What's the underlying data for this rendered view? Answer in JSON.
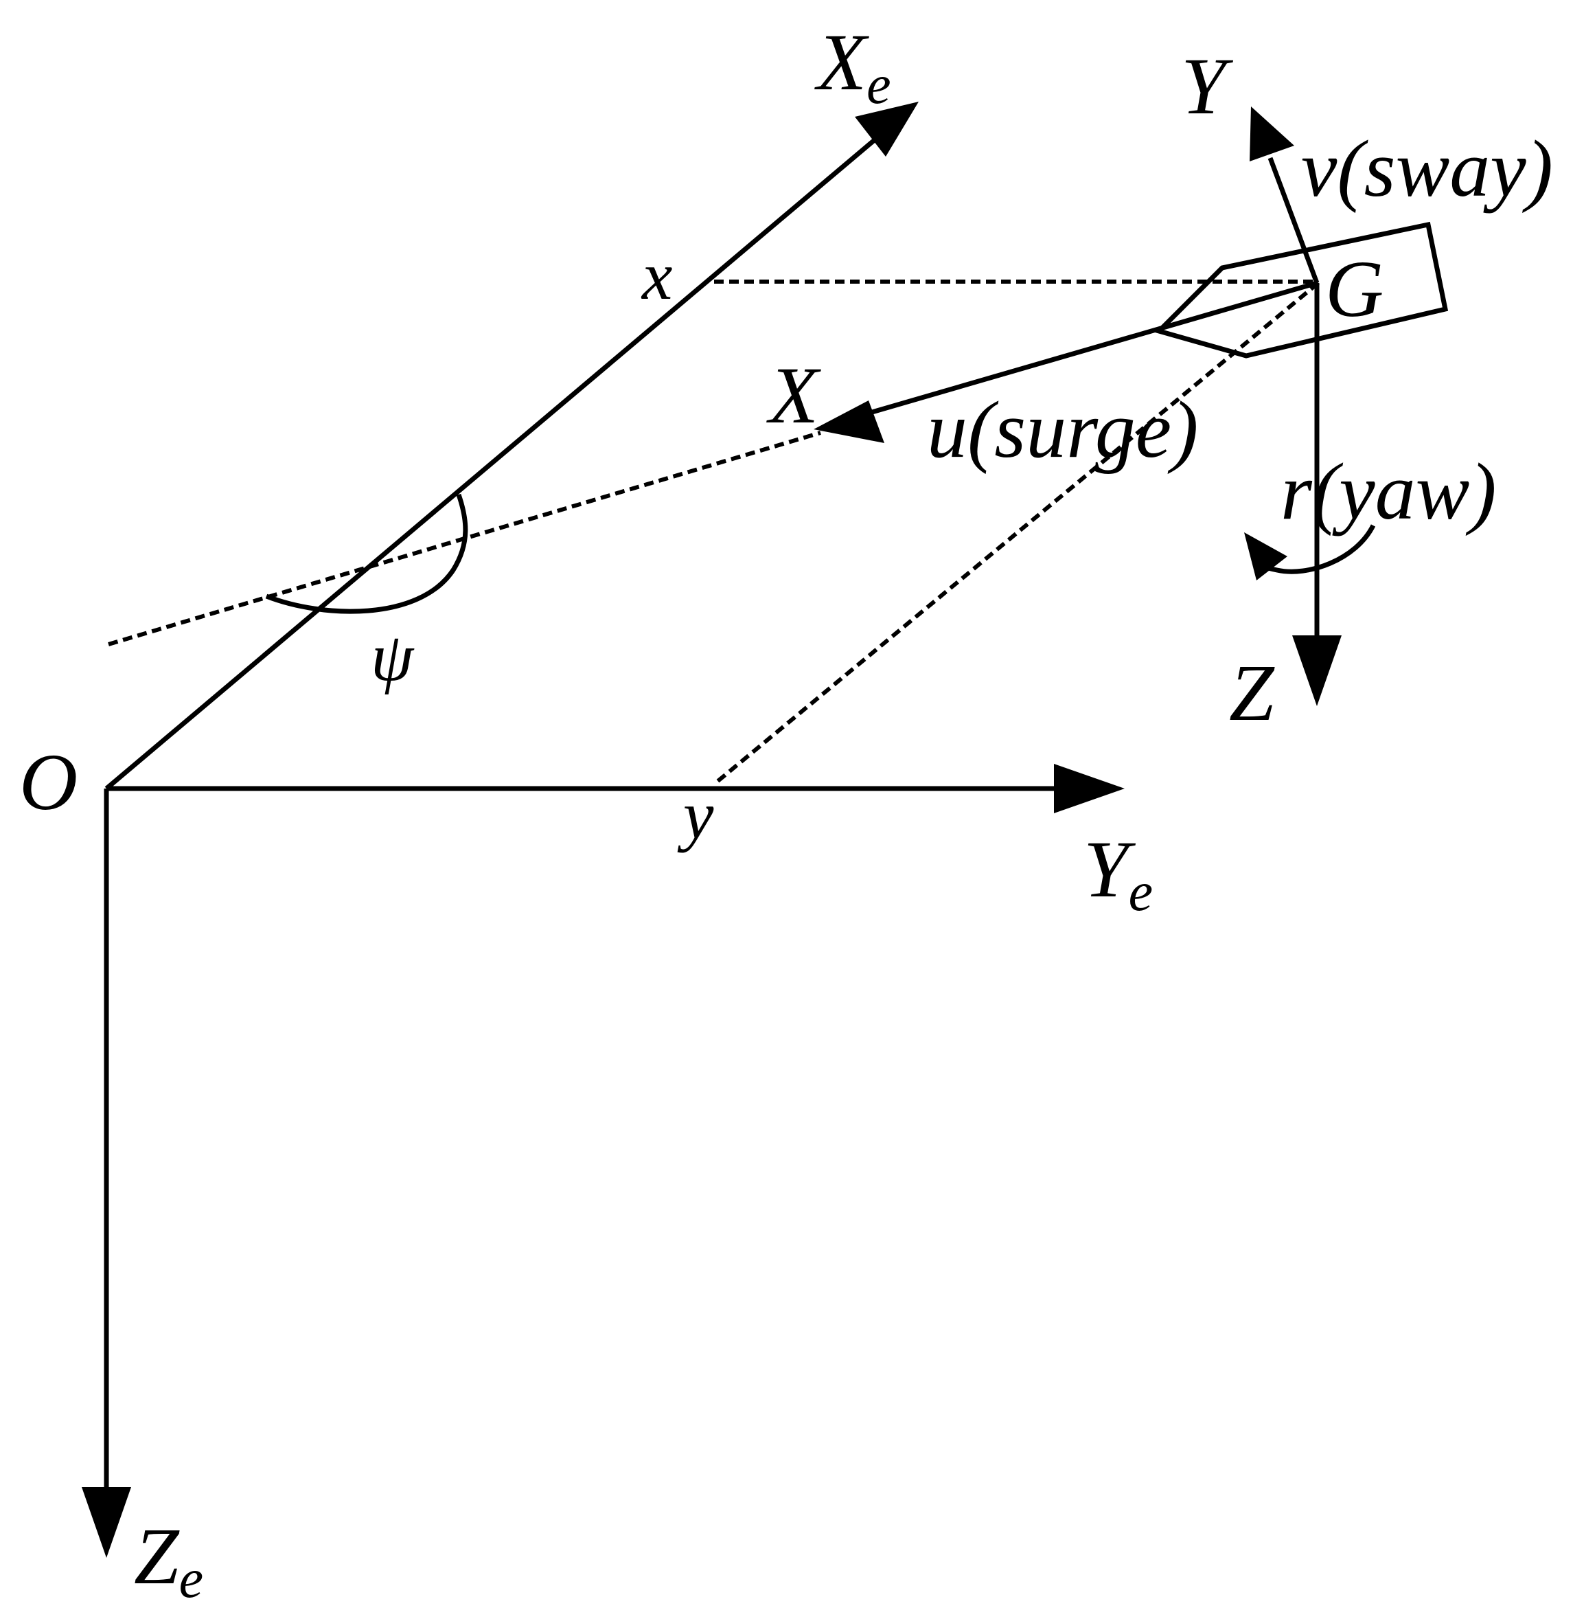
{
  "labels": {
    "origin": "O",
    "earth_x_axis": "X",
    "earth_x_sub": "e",
    "earth_y_axis": "Y",
    "earth_y_sub": "e",
    "earth_z_axis": "Z",
    "earth_z_sub": "e",
    "position_x": "x",
    "position_y": "y",
    "heading_angle": "ψ",
    "center_of_gravity": "G",
    "body_x_axis": "X",
    "body_y_axis": "Y",
    "body_z_axis": "Z",
    "surge": "u(surge)",
    "sway": "v(sway)",
    "yaw": "r(yaw)"
  },
  "colors": {
    "line": "#000000",
    "background": "#ffffff"
  }
}
